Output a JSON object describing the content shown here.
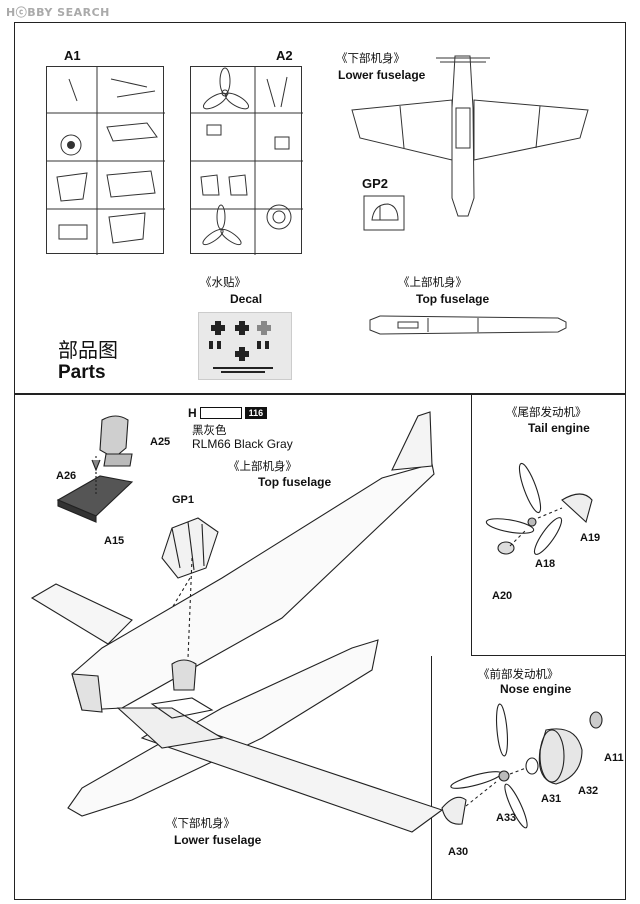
{
  "watermark": "HⓒBBY SEARCH",
  "parts_section": {
    "sprue_a1": "A1",
    "sprue_a2": "A2",
    "lower_fuselage_cn": "《下部机身》",
    "lower_fuselage_en": "Lower fuselage",
    "gp2": "GP2",
    "decal_cn": "《水贴》",
    "decal_en": "Decal",
    "top_fuselage_cn": "《上部机身》",
    "top_fuselage_en": "Top fuselage",
    "title_cn": "部品图",
    "title_en": "Parts"
  },
  "assembly_section": {
    "paint_code": "H",
    "paint_number": "116",
    "paint_cn": "黑灰色",
    "paint_en": "RLM66 Black Gray",
    "top_fuselage_cn": "《上部机身》",
    "top_fuselage_en": "Top fuselage",
    "lower_fuselage_cn": "《下部机身》",
    "lower_fuselage_en": "Lower fuselage",
    "parts": {
      "a25": "A25",
      "a26": "A26",
      "a15": "A15",
      "gp1": "GP1"
    }
  },
  "tail_engine": {
    "title_cn": "《尾部发动机》",
    "title_en": "Tail engine",
    "parts": {
      "a19": "A19",
      "a18": "A18",
      "a20": "A20"
    }
  },
  "nose_engine": {
    "title_cn": "《前部发动机》",
    "title_en": "Nose engine",
    "parts": {
      "a11": "A11",
      "a31": "A31",
      "a32": "A32",
      "a33": "A33",
      "a30": "A30"
    }
  }
}
